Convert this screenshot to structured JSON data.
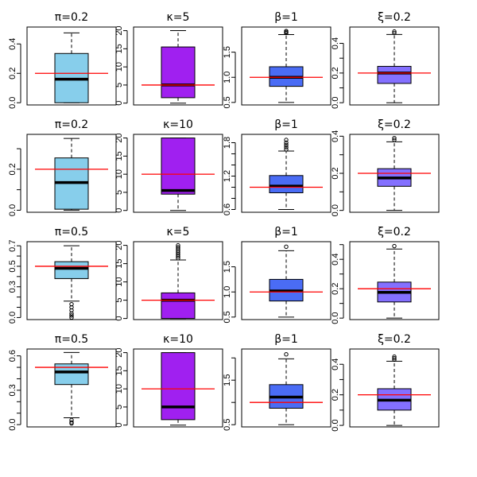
{
  "colors": {
    "pi": "#87CEEB",
    "kappa": "#A020F0",
    "beta": "#4A6CF5",
    "xi": "#8470FF",
    "reference_line": "#FF0000"
  },
  "chart_data": {
    "type": "boxplot-grid",
    "rows": 4,
    "cols": 4,
    "panels": [
      {
        "title": "π=0.2",
        "param": "pi",
        "true_value": 0.2,
        "ylim": [
          -0.015,
          0.515
        ],
        "ticks": [
          0.0,
          0.2,
          0.4
        ],
        "tick_labels": [
          "0.0",
          "0.2",
          "0.4"
        ],
        "stats": {
          "lower_whisker": 0.0,
          "q1": 0.0,
          "median": 0.16,
          "q3": 0.335,
          "upper_whisker": 0.475
        },
        "outliers": []
      },
      {
        "title": "κ=5",
        "param": "kappa",
        "true_value": 5,
        "ylim": [
          -0.5,
          21.0
        ],
        "ticks": [
          0,
          5,
          10,
          15,
          20
        ],
        "tick_labels": [
          "0",
          "5",
          "10",
          "15",
          "20"
        ],
        "stats": {
          "lower_whisker": 0.0,
          "q1": 1.5,
          "median": 5.0,
          "q3": 15.5,
          "upper_whisker": 20.0
        },
        "outliers": []
      },
      {
        "title": "β=1",
        "param": "beta",
        "true_value": 1,
        "ylim": [
          0.45,
          2.0
        ],
        "ticks": [
          0.5,
          1.0,
          1.5
        ],
        "tick_labels": [
          "0.5",
          "1.0",
          "1.5"
        ],
        "stats": {
          "lower_whisker": 0.5,
          "q1": 0.82,
          "median": 1.0,
          "q3": 1.21,
          "upper_whisker": 1.85
        },
        "outliers": [
          1.88,
          1.9,
          1.92
        ]
      },
      {
        "title": "ξ=0.2",
        "param": "xi",
        "true_value": 0.2,
        "ylim": [
          -0.015,
          0.51
        ],
        "ticks": [
          0.0,
          0.1,
          0.2,
          0.3,
          0.4
        ],
        "tick_labels": [
          "0.0",
          "",
          "0.2",
          "",
          "0.4"
        ],
        "stats": {
          "lower_whisker": 0.0,
          "q1": 0.13,
          "median": 0.2,
          "q3": 0.245,
          "upper_whisker": 0.46
        },
        "outliers": [
          0.47,
          0.48
        ]
      },
      {
        "title": "π=0.2",
        "param": "pi",
        "true_value": 0.2,
        "ylim": [
          -0.01,
          0.37
        ],
        "ticks": [
          0.0,
          0.1,
          0.2,
          0.3
        ],
        "tick_labels": [
          "0.0",
          "",
          "0.2",
          ""
        ],
        "stats": {
          "lower_whisker": 0.0,
          "q1": 0.005,
          "median": 0.135,
          "q3": 0.255,
          "upper_whisker": 0.35
        },
        "outliers": []
      },
      {
        "title": "κ=10",
        "param": "kappa",
        "true_value": 10,
        "ylim": [
          -0.5,
          21.0
        ],
        "ticks": [
          0,
          5,
          10,
          15,
          20
        ],
        "tick_labels": [
          "0",
          "5",
          "10",
          "15",
          "20"
        ],
        "stats": {
          "lower_whisker": 0.0,
          "q1": 4.5,
          "median": 5.5,
          "q3": 20.0,
          "upper_whisker": 20.0
        },
        "outliers": []
      },
      {
        "title": "β=1",
        "param": "beta",
        "true_value": 1,
        "ylim": [
          0.55,
          1.95
        ],
        "ticks": [
          0.6,
          0.8,
          1.0,
          1.2,
          1.4,
          1.6,
          1.8
        ],
        "tick_labels": [
          "0.6",
          "",
          "",
          "1.2",
          "",
          "",
          "1.8"
        ],
        "stats": {
          "lower_whisker": 0.6,
          "q1": 0.9,
          "median": 1.02,
          "q3": 1.21,
          "upper_whisker": 1.65
        },
        "outliers": [
          1.68,
          1.72,
          1.76,
          1.8,
          1.85
        ]
      },
      {
        "title": "ξ=0.2",
        "param": "xi",
        "true_value": 0.2,
        "ylim": [
          -0.01,
          0.41
        ],
        "ticks": [
          0.0,
          0.1,
          0.2,
          0.3,
          0.4
        ],
        "tick_labels": [
          "0.0",
          "",
          "0.2",
          "",
          "0.4"
        ],
        "stats": {
          "lower_whisker": 0.0,
          "q1": 0.13,
          "median": 0.175,
          "q3": 0.225,
          "upper_whisker": 0.37
        },
        "outliers": [
          0.38,
          0.39
        ]
      },
      {
        "title": "π=0.5",
        "param": "pi",
        "true_value": 0.5,
        "ylim": [
          -0.02,
          0.74
        ],
        "ticks": [
          0.0,
          0.1,
          0.2,
          0.3,
          0.4,
          0.5,
          0.6,
          0.7
        ],
        "tick_labels": [
          "0.0",
          "",
          "",
          "0.3",
          "",
          "0.5",
          "",
          "0.7"
        ],
        "stats": {
          "lower_whisker": 0.16,
          "q1": 0.38,
          "median": 0.48,
          "q3": 0.545,
          "upper_whisker": 0.7
        },
        "outliers": [
          0.13,
          0.1,
          0.07,
          0.04,
          0.02,
          0.0
        ]
      },
      {
        "title": "κ=5",
        "param": "kappa",
        "true_value": 5,
        "ylim": [
          -0.3,
          21.0
        ],
        "ticks": [
          0,
          5,
          10,
          15,
          20
        ],
        "tick_labels": [
          "0",
          "5",
          "10",
          "15",
          "20"
        ],
        "stats": {
          "lower_whisker": 0.0,
          "q1": 0.0,
          "median": 5.0,
          "q3": 7.0,
          "upper_whisker": 16.0
        },
        "outliers": [
          16.5,
          17.0,
          17.5,
          18.0,
          18.5,
          19.0,
          19.5,
          20.0
        ]
      },
      {
        "title": "β=1",
        "param": "beta",
        "true_value": 1,
        "ylim": [
          0.45,
          2.0
        ],
        "ticks": [
          0.5,
          1.0,
          1.5
        ],
        "tick_labels": [
          "0.5",
          "1.0",
          "1.5"
        ],
        "stats": {
          "lower_whisker": 0.5,
          "q1": 0.82,
          "median": 1.02,
          "q3": 1.25,
          "upper_whisker": 1.82
        },
        "outliers": [
          1.9
        ]
      },
      {
        "title": "ξ=0.2",
        "param": "xi",
        "true_value": 0.2,
        "ylim": [
          -0.01,
          0.52
        ],
        "ticks": [
          0.0,
          0.1,
          0.2,
          0.3,
          0.4,
          0.5
        ],
        "tick_labels": [
          "0.0",
          "",
          "0.2",
          "",
          "0.4",
          ""
        ],
        "stats": {
          "lower_whisker": 0.0,
          "q1": 0.11,
          "median": 0.175,
          "q3": 0.245,
          "upper_whisker": 0.47
        },
        "outliers": [
          0.49
        ]
      },
      {
        "title": "π=0.5",
        "param": "pi",
        "true_value": 0.5,
        "ylim": [
          -0.02,
          0.66
        ],
        "ticks": [
          0.0,
          0.1,
          0.2,
          0.3,
          0.4,
          0.5,
          0.6
        ],
        "tick_labels": [
          "0.0",
          "",
          "",
          "0.3",
          "",
          "",
          "0.6"
        ],
        "stats": {
          "lower_whisker": 0.06,
          "q1": 0.35,
          "median": 0.46,
          "q3": 0.53,
          "upper_whisker": 0.63
        },
        "outliers": [
          0.04,
          0.02,
          0.01
        ]
      },
      {
        "title": "κ=10",
        "param": "kappa",
        "true_value": 10,
        "ylim": [
          -0.5,
          21.0
        ],
        "ticks": [
          0,
          5,
          10,
          15,
          20
        ],
        "tick_labels": [
          "0",
          "5",
          "10",
          "15",
          "20"
        ],
        "stats": {
          "lower_whisker": 0.0,
          "q1": 1.5,
          "median": 5.0,
          "q3": 20.0,
          "upper_whisker": 20.0
        },
        "outliers": []
      },
      {
        "title": "β=1",
        "param": "beta",
        "true_value": 1,
        "ylim": [
          0.45,
          2.2
        ],
        "ticks": [
          0.5,
          1.0,
          1.5,
          2.0
        ],
        "tick_labels": [
          "0.5",
          "",
          "1.5",
          ""
        ],
        "stats": {
          "lower_whisker": 0.5,
          "q1": 0.87,
          "median": 1.12,
          "q3": 1.4,
          "upper_whisker": 1.98
        },
        "outliers": [
          2.08
        ]
      },
      {
        "title": "ξ=0.2",
        "param": "xi",
        "true_value": 0.2,
        "ylim": [
          -0.01,
          0.5
        ],
        "ticks": [
          0.0,
          0.1,
          0.2,
          0.3,
          0.4
        ],
        "tick_labels": [
          "0.0",
          "",
          "0.2",
          "",
          "0.4"
        ],
        "stats": {
          "lower_whisker": 0.0,
          "q1": 0.1,
          "median": 0.165,
          "q3": 0.24,
          "upper_whisker": 0.42
        },
        "outliers": [
          0.43,
          0.44,
          0.45
        ]
      }
    ]
  }
}
